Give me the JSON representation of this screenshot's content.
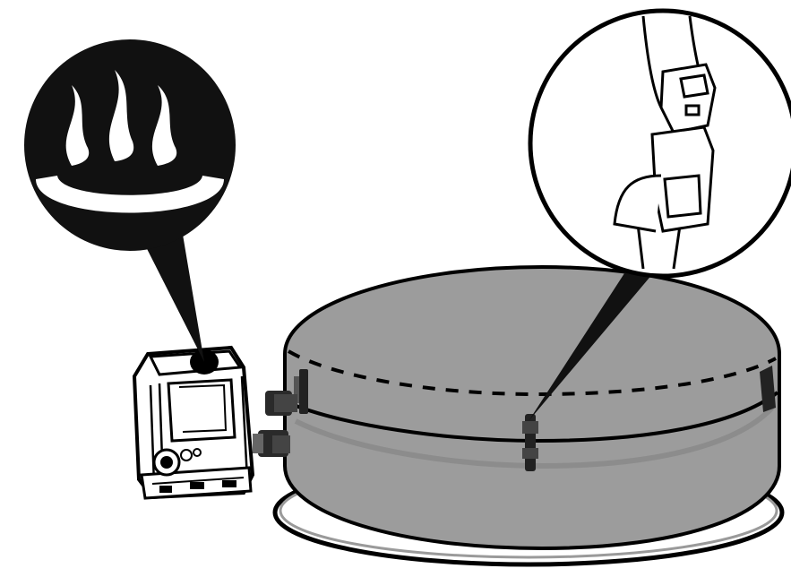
{
  "figure": {
    "subject": "inflatable-hot-tub-with-pump-unit",
    "callouts": [
      {
        "icon": "heater-icon",
        "points_to": "pump-unit"
      },
      {
        "icon": "buckle-icon",
        "points_to": "cover-strap"
      }
    ],
    "colors": {
      "line": "#000000",
      "tub_fill": "#9c9c9c",
      "tub_shadow": "#8a8a8a",
      "background": "#ffffff",
      "callout_fill": "#111111"
    }
  }
}
